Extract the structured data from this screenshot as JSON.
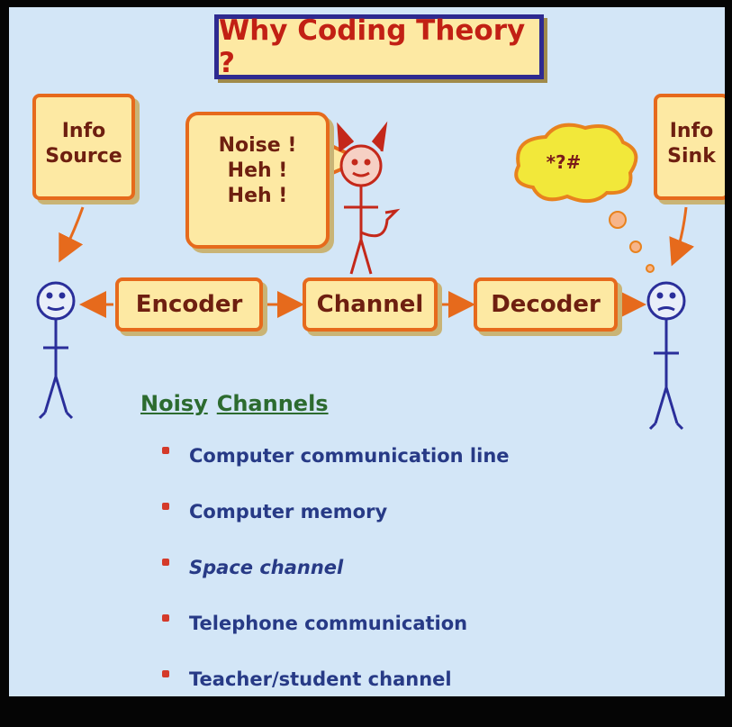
{
  "title": "Why Coding Theory ?",
  "info_source": {
    "line1": "Info",
    "line2": "Source"
  },
  "info_sink": {
    "line1": "Info",
    "line2": "Sink"
  },
  "noise_bubble": {
    "line1": "Noise !",
    "line2": "Heh !",
    "line3": "Heh !"
  },
  "cloud": "*?#",
  "blocks": {
    "encoder": "Encoder",
    "channel": "Channel",
    "decoder": "Decoder"
  },
  "heading": {
    "word1": "Noisy",
    "word2": "Channels"
  },
  "bullets": [
    "Computer communication line",
    "Computer memory",
    "Space channel",
    "Telephone communication",
    "Teacher/student channel"
  ],
  "colors": {
    "background": "#d3e6f7",
    "box_fill": "#fde9a3",
    "box_border": "#e66a1c",
    "title_border": "#2e2a90",
    "title_text": "#c22014",
    "heading_text": "#2c6b2f",
    "bullet_text": "#273a86",
    "figure_stroke": "#2a2e9a",
    "devil": "#c4281a",
    "cloud_fill": "#f2e83a",
    "cloud_border": "#e8821e"
  }
}
